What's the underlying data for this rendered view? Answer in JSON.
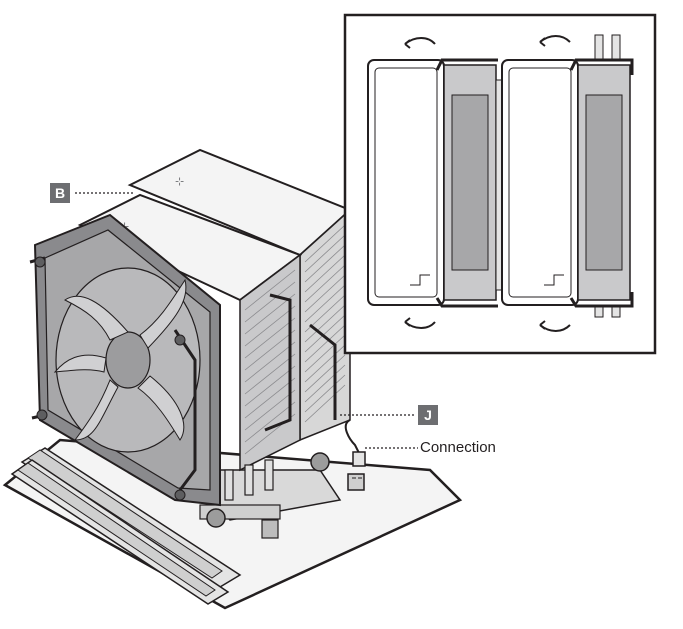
{
  "callouts": {
    "b_label": "B",
    "j_label": "J",
    "connection_label": "Connection"
  },
  "colors": {
    "badge": "#6d6e71",
    "line": "#231f20",
    "fan_frame": "#8a8a8d",
    "fin_gray": "#b9b9bb",
    "light_gray": "#e8e8e8"
  }
}
